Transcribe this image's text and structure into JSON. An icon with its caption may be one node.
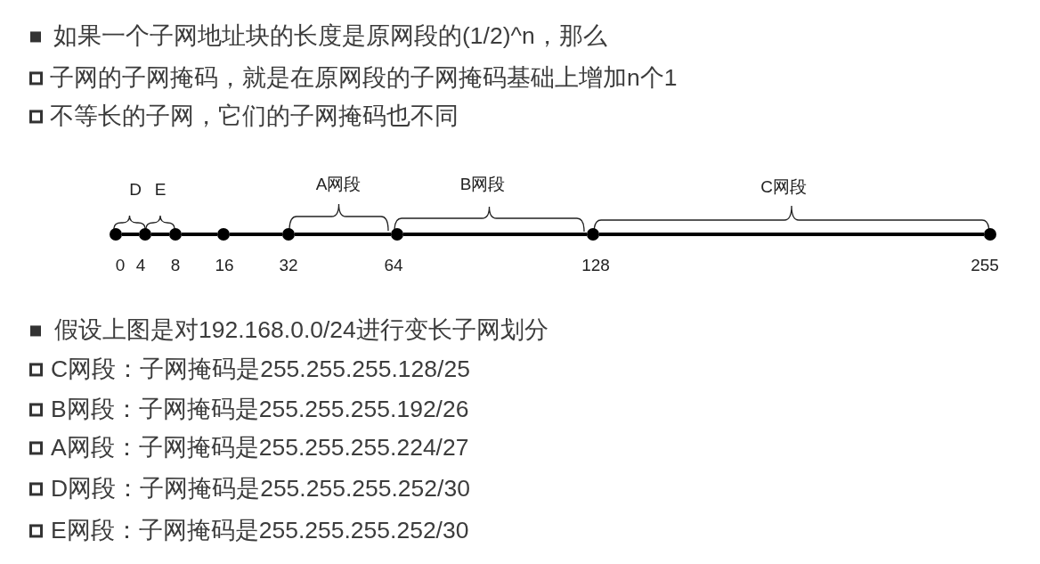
{
  "diagram": {
    "nodes": [
      {
        "text": [],
        "shape": "circle",
        "beside": [
          "0"
        ]
      },
      {
        "text": [],
        "shape": "circle",
        "beside": [
          "4"
        ]
      },
      {
        "text": [],
        "shape": "circle",
        "beside": [
          "8"
        ]
      },
      {
        "text": [],
        "shape": "circle",
        "beside": [
          "16"
        ]
      },
      {
        "text": [],
        "shape": "circle",
        "beside": [
          "32"
        ]
      },
      {
        "text": [],
        "shape": "circle",
        "beside": [
          "64"
        ]
      },
      {
        "text": [],
        "shape": "circle",
        "beside": [
          "128"
        ]
      },
      {
        "text": [],
        "shape": "circle",
        "beside": [
          "255"
        ]
      }
    ],
    "edges": [
      {
        "from": 0,
        "to": 1,
        "arrow": "none"
      },
      {
        "from": 1,
        "to": 2,
        "arrow": "none"
      },
      {
        "from": 2,
        "to": 3,
        "arrow": "none"
      },
      {
        "from": 3,
        "to": 4,
        "arrow": "none"
      },
      {
        "from": 4,
        "to": 5,
        "arrow": "none"
      },
      {
        "from": 5,
        "to": 6,
        "arrow": "none"
      },
      {
        "from": 6,
        "to": 7,
        "arrow": "none"
      }
    ],
    "labels": [
      "如果一个子网地址块的长度是原网段的(1/2)^n，那么",
      "子网的子网掩码，就是在原网段的子网掩码基础上增加n个1",
      "不等长的子网，它们的子网掩码也不同",
      "D",
      "E",
      "A网段",
      "B网段",
      "C网段",
      "假设上图是对192.168.0.0/24进行变长子网划分",
      "C网段：子网掩码是255.255.255.128/25",
      "B网段：子网掩码是255.255.255.192/26",
      "A网段：子网掩码是255.255.255.224/27",
      "D网段：子网掩码是255.255.255.252/30",
      "E网段：子网掩码是255.255.255.252/30"
    ]
  }
}
